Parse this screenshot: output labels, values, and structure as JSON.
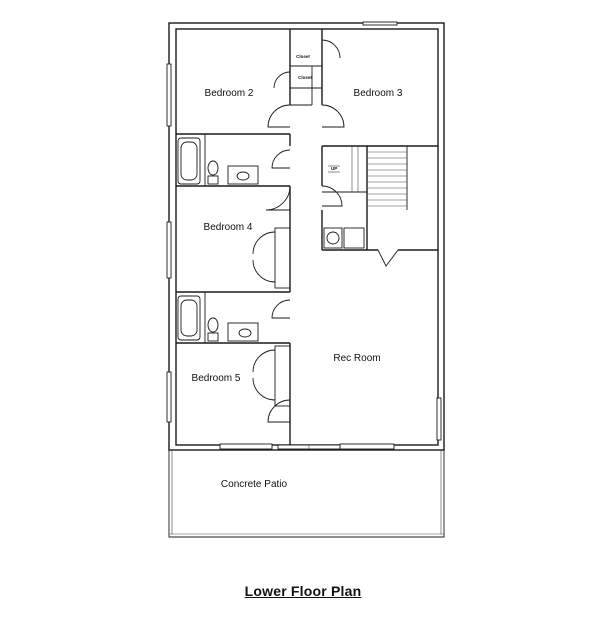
{
  "plan": {
    "title": "Lower Floor Plan",
    "rooms": {
      "bedroom2": "Bedroom 2",
      "bedroom3": "Bedroom 3",
      "bedroom4": "Bedroom 4",
      "bedroom5": "Bedroom 5",
      "closet_upper": "Closet",
      "closet_lower": "Closet",
      "rec_room": "Rec Room",
      "patio": "Concrete Patio"
    },
    "stair_marker": "UP"
  }
}
